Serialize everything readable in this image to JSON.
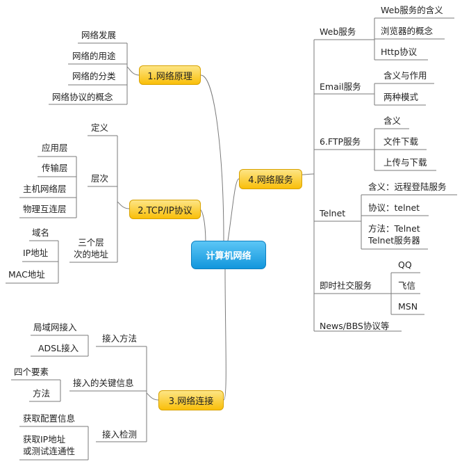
{
  "center": "计算机网络",
  "branch1": {
    "title": "1.网络原理",
    "items": [
      "网络发展",
      "网络的用途",
      "网络的分类",
      "网络协议的概念"
    ]
  },
  "branch2": {
    "title": "2.TCP/IP协议",
    "definition": "定义",
    "layers": {
      "label": "层次",
      "items": [
        "应用层",
        "传输层",
        "主机网络层",
        "物理互连层"
      ]
    },
    "addresses": {
      "label_line1": "三个层",
      "label_line2": "次的地址",
      "items": [
        "域名",
        "IP地址",
        "MAC地址"
      ]
    }
  },
  "branch3": {
    "title": "3.网络连接",
    "methods": {
      "label": "接入方法",
      "items": [
        "局域网接入",
        "ADSL接入"
      ]
    },
    "key_info": {
      "label": "接入的关键信息",
      "items": [
        "四个要素",
        "方法"
      ]
    },
    "detection": {
      "label": "接入检测",
      "item1": "获取配置信息",
      "item2_line1": "获取IP地址",
      "item2_line2": "或测试连通性"
    }
  },
  "branch4": {
    "title": "4.网络服务",
    "web": {
      "label": "Web服务",
      "items": [
        "Web服务的含义",
        "浏览器的概念",
        "Http协议"
      ]
    },
    "email": {
      "label": "Email服务",
      "items": [
        "含义与作用",
        "两种模式"
      ]
    },
    "ftp": {
      "label": "6.FTP服务",
      "items": [
        "含义",
        "文件下载",
        "上传与下载"
      ]
    },
    "telnet": {
      "label": "Telnet",
      "item1": "含义：远程登陆服务",
      "item2": "协议：telnet",
      "item3_line1": "方法：Telnet",
      "item3_line2": "Telnet服务器"
    },
    "im": {
      "label": "即时社交服务",
      "items": [
        "QQ",
        "飞信",
        "MSN"
      ]
    },
    "news": "News/BBS协议等"
  }
}
